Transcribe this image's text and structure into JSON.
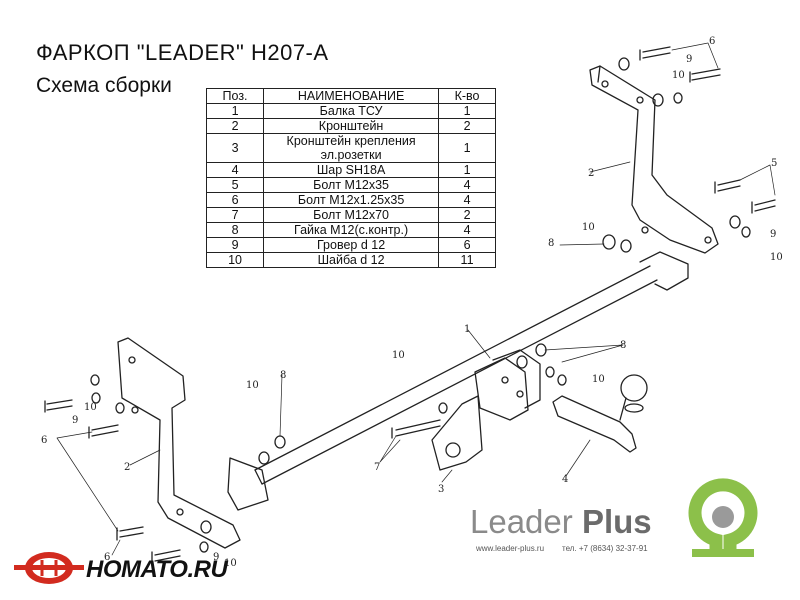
{
  "header": {
    "title": "ФАРКОП \"LEADER\" H207-A",
    "subtitle": "Схема сборки"
  },
  "table": {
    "columns": [
      "Поз.",
      "НАИМЕНОВАНИЕ",
      "К-во"
    ],
    "rows": [
      {
        "pos": "1",
        "name": "Балка ТСУ",
        "qty": "1"
      },
      {
        "pos": "2",
        "name": "Кронштейн",
        "qty": "2"
      },
      {
        "pos": "3",
        "name": "Кронштейн крепления эл.розетки",
        "qty": "1"
      },
      {
        "pos": "4",
        "name": "Шар SH18A",
        "qty": "1"
      },
      {
        "pos": "5",
        "name": "Болт М12х35",
        "qty": "4"
      },
      {
        "pos": "6",
        "name": "Болт М12х1.25х35",
        "qty": "4"
      },
      {
        "pos": "7",
        "name": "Болт М12х70",
        "qty": "2"
      },
      {
        "pos": "8",
        "name": "Гайка М12(с.контр.)",
        "qty": "4"
      },
      {
        "pos": "9",
        "name": "Гровер d 12",
        "qty": "6"
      },
      {
        "pos": "10",
        "name": "Шайба d 12",
        "qty": "11"
      }
    ]
  },
  "callouts": {
    "c1": "1",
    "c2a": "2",
    "c2b": "2",
    "c3": "3",
    "c4": "4",
    "c5": "5",
    "c6a": "6",
    "c6b": "6",
    "c6c": "6",
    "c7a": "7",
    "c8a": "8",
    "c8b": "8",
    "c8c": "8",
    "c9a": "9",
    "c9b": "9",
    "c9c": "9",
    "c9d": "9",
    "c10a": "10",
    "c10b": "10",
    "c10c": "10",
    "c10d": "10",
    "c10e": "10",
    "c10f": "10",
    "c10g": "10",
    "c10h": "10"
  },
  "brand": {
    "name_light": "Leader",
    "name_bold": "Plus",
    "site": "www.leader-plus.ru",
    "phone": "тел. +7 (8634) 32-37-91",
    "color": "#8a8a8a",
    "logo_color": "#8cc04a"
  },
  "watermark": {
    "text": "HOMATO.RU",
    "logo_color": "#d22b1f"
  }
}
